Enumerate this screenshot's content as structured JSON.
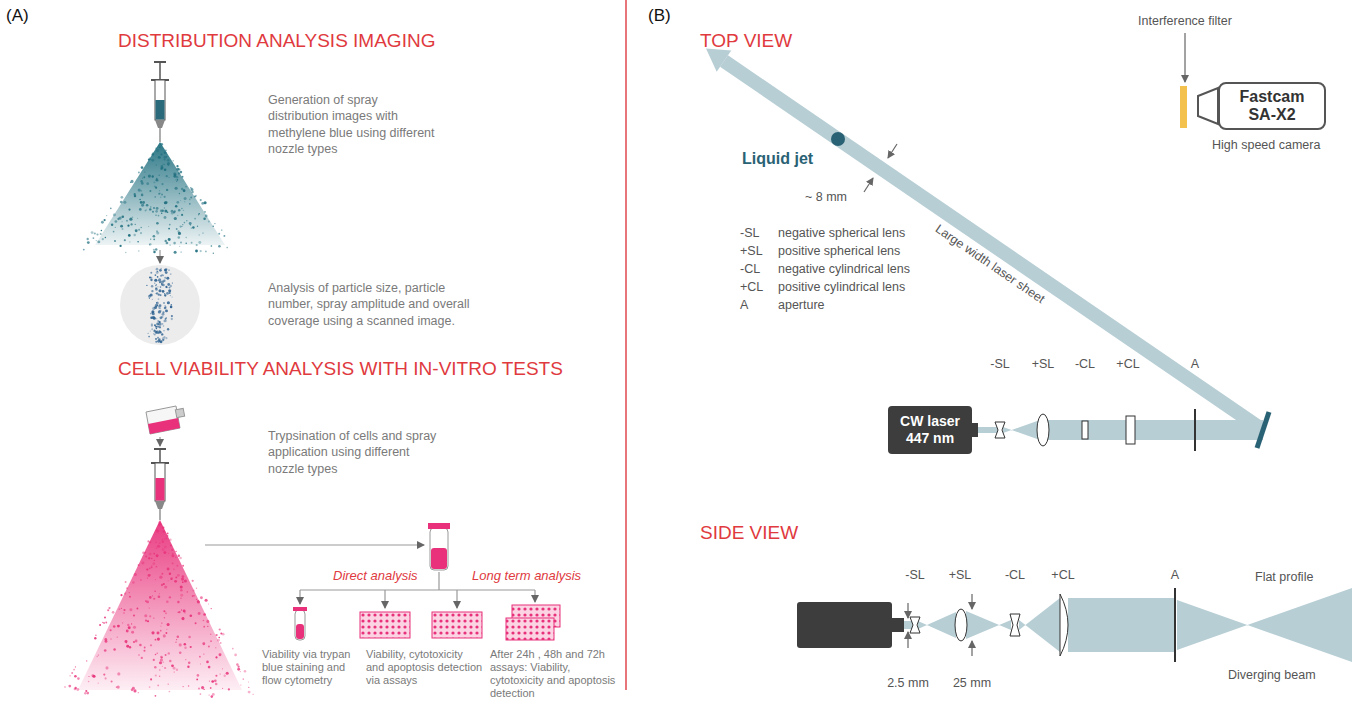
{
  "diagram": {
    "nodes": [
      {
        "text": [
          "CW laser 447 nm"
        ]
      },
      {
        "text": [
          "Fastcam SA-X2"
        ]
      }
    ],
    "labels": [
      "(A)",
      "DISTRIBUTION ANALYSIS IMAGING",
      "Generation of spray distribution images with methylene blue using different nozzle types",
      "Analysis of particle size, particle number, spray amplitude and overall coverage using a scanned image.",
      "CELL VIABILITY ANALYSIS WITH IN-VITRO TESTS",
      "Trypsination of cells and spray application using different nozzle types",
      "Direct analysis",
      "Long term analysis",
      "Viability via trypan blue staining and flow cytometry",
      "Viability, cytotoxicity and apoptosis detection via assays",
      "After 24h , 48h and 72h assays: Viability, cytotoxicity and apoptosis detection",
      "(B)",
      "TOP VIEW",
      "Interference filter",
      "High speed camera",
      "Liquid jet",
      "-SL",
      "negative spherical lens",
      "+SL",
      "positive spherical lens",
      "-CL",
      "negative cylindrical lens",
      "+CL",
      "positive cylindrical lens",
      "A",
      "aperture",
      "~ 8 mm",
      "Large width laser sheet",
      "-SL",
      "+SL",
      "-CL",
      "+CL",
      "A",
      "SIDE VIEW",
      "-SL",
      "+SL",
      "-CL",
      "+CL",
      "A",
      "Flat profile",
      "Diverging beam",
      "2.5 mm",
      "25 mm"
    ]
  }
}
